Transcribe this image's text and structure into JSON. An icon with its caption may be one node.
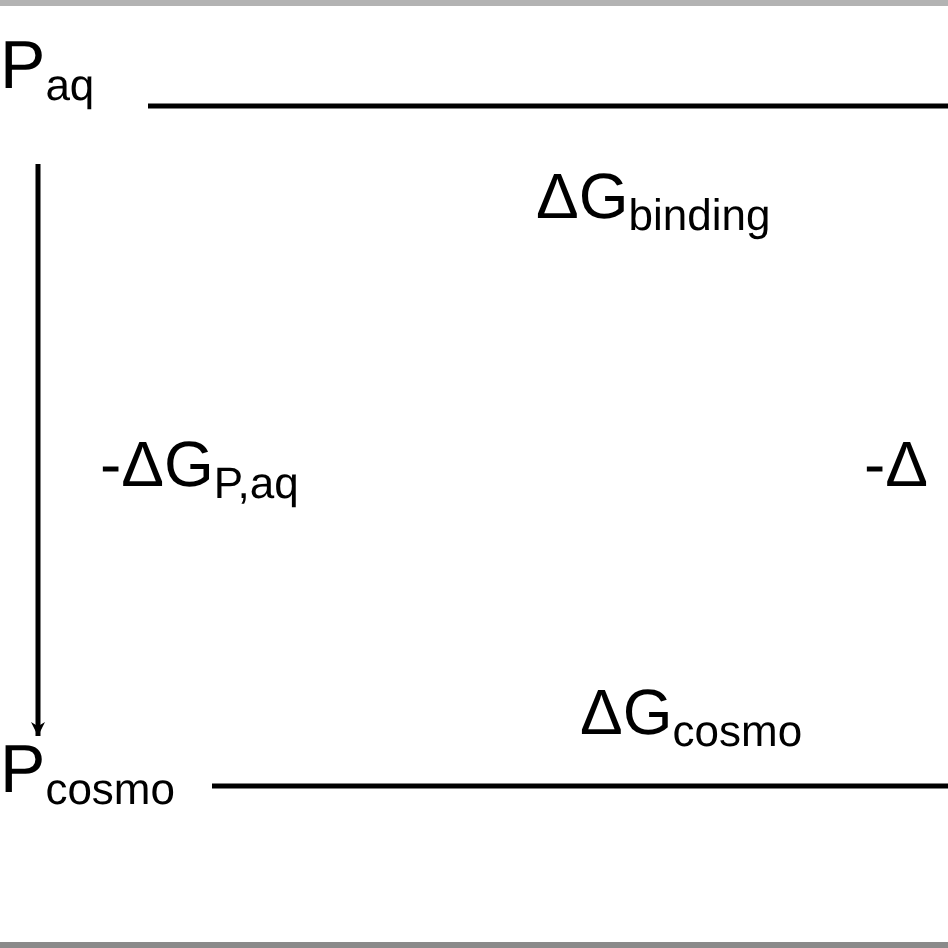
{
  "diagram": {
    "nodes": [
      {
        "text": [
          "P$_{aq}$"
        ]
      },
      {
        "text": [
          "P$_{cosmo}$"
        ]
      }
    ],
    "edges": [
      {
        "from": 0,
        "to": 1,
        "arrow": "to",
        "label": "-ΔG$_{P,aq}$"
      },
      {
        "from": 0,
        "to": null,
        "arrow": "none",
        "label": "ΔG$_{binding}$"
      },
      {
        "from": 1,
        "to": null,
        "arrow": "none",
        "label": "ΔG$_{cosmo}$"
      }
    ],
    "labels": [
      "-Δ"
    ]
  }
}
